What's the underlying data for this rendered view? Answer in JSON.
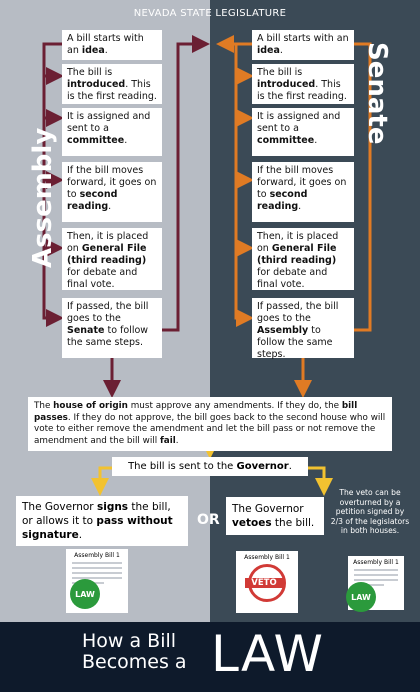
{
  "header": "NEVADA STATE LEGISLATURE",
  "left_label": "Assembly",
  "right_label": "Senate",
  "assembly_steps": [
    {
      "pre": "A bill starts with an ",
      "b": "idea",
      "post": "."
    },
    {
      "pre": "The bill is ",
      "b": "introduced",
      "post": ". This is the first reading."
    },
    {
      "pre": "It is assigned and sent to a ",
      "b": "committee",
      "post": "."
    },
    {
      "pre": "If the bill moves forward, it goes on to ",
      "b": "second reading",
      "post": "."
    },
    {
      "pre": "Then, it is placed on ",
      "b": "General File (third reading)",
      "post": " for debate and final vote."
    },
    {
      "pre": "If passed, the bill goes to the ",
      "b": "Senate",
      "post": " to follow the same steps."
    }
  ],
  "senate_steps": [
    {
      "pre": "A bill starts with an ",
      "b": "idea",
      "post": "."
    },
    {
      "pre": "The bill is ",
      "b": "introduced",
      "post": ". This is the first reading."
    },
    {
      "pre": "It is assigned and sent to a ",
      "b": "committee",
      "post": "."
    },
    {
      "pre": "If the bill moves forward, it goes on to ",
      "b": "second reading",
      "post": "."
    },
    {
      "pre": "Then, it is placed on ",
      "b": "General File (third reading)",
      "post": " for debate and final vote."
    },
    {
      "pre": "If passed, the bill goes to the ",
      "b": "Assembly",
      "post": " to follow the same steps."
    }
  ],
  "amendments": {
    "a": "The ",
    "b1": "house of origin",
    "c": " must approve any amendments. If they do, the ",
    "b2": "bill passes",
    "d": ". If they do not approve, the bill goes back to the second house who will vote to either remove the amendment and let the bill pass or not remove the amendment and the bill will ",
    "b3": "fail",
    "e": "."
  },
  "governor": {
    "pre": "The bill is sent to the ",
    "b": "Governor",
    "post": "."
  },
  "sign": {
    "a": "The Governor ",
    "b1": "signs",
    "c": " the bill, or allows it to ",
    "b2": "pass without signature",
    "d": "."
  },
  "or": "OR",
  "veto_box": {
    "a": "The Governor ",
    "b": "vetoes",
    "c": " the bill."
  },
  "veto_note": "The veto can be overturned by a petition signed by 2/3 of the legislators in both houses.",
  "doc_title": "Assembly Bill 1",
  "law_stamp": "LAW",
  "veto_stamp": "VETO",
  "title_line1": "How a Bill",
  "title_line2": "Becomes a",
  "title_big": "LAW",
  "colors": {
    "assembly_arrow": "#6b1f33",
    "senate_arrow": "#e07b24",
    "gov_arrow": "#f2c230",
    "left_bg": "#b7bcc4",
    "right_bg": "#3b4a56",
    "footer": "#0e1a2b"
  }
}
